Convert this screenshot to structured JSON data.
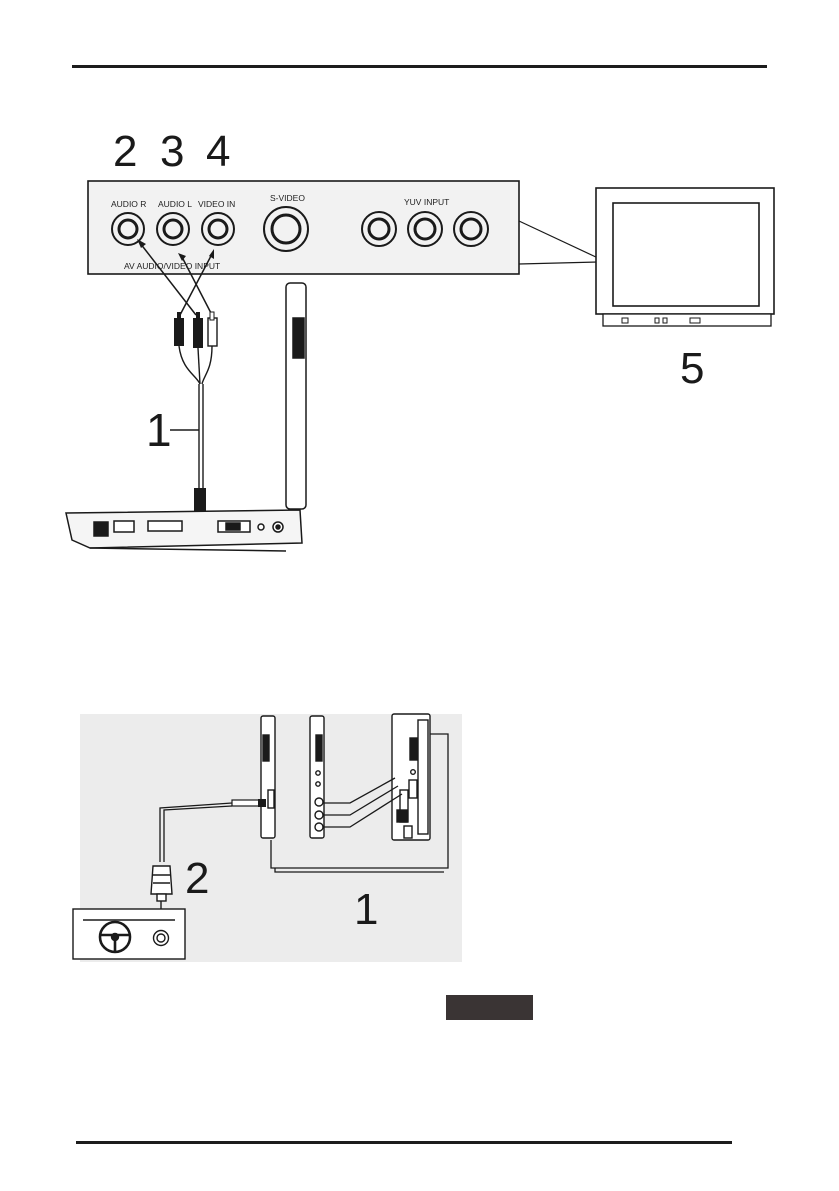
{
  "diagram_top": {
    "callouts": [
      "2",
      "3",
      "4",
      "5",
      "1"
    ],
    "panel_labels": {
      "audio_r": "AUDIO R",
      "audio_l": "AUDIO L",
      "video_in": "VIDEO IN",
      "s_video": "S-VIDEO",
      "yuv_input": "YUV INPUT",
      "av_input": "AV AUDIO/VIDEO INPUT"
    }
  },
  "diagram_bottom": {
    "callouts": [
      "2",
      "1"
    ]
  },
  "colors": {
    "line": "#1a1a1a",
    "panel_fill": "#f2f2f2",
    "diagram_bg": "#ececec",
    "badge": "#3a3434"
  }
}
